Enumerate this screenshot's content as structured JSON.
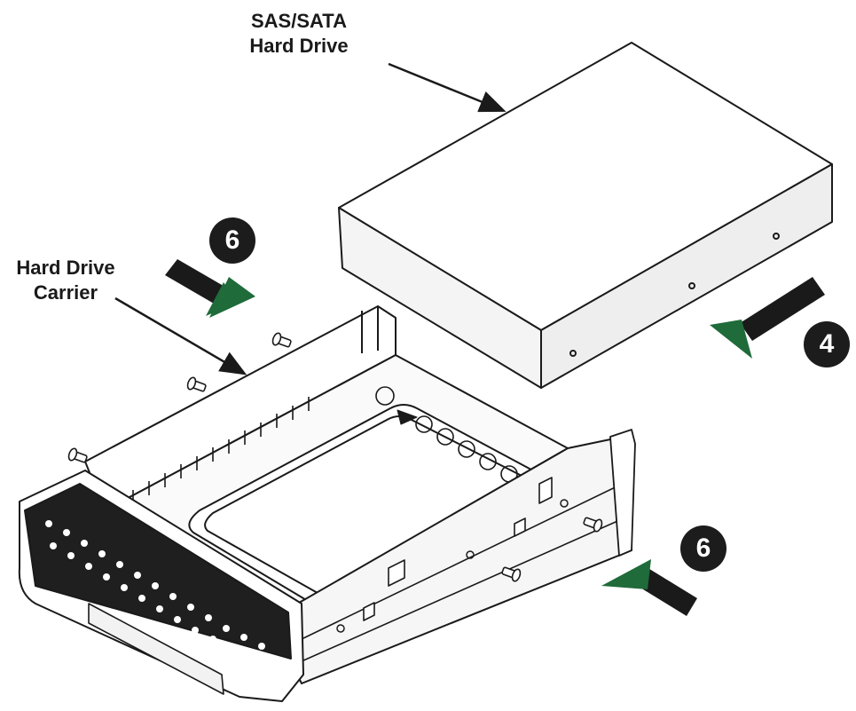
{
  "labels": {
    "hard_drive_line1": "SAS/SATA",
    "hard_drive_line2": "Hard Drive",
    "carrier_line1": "Hard Drive",
    "carrier_line2": "Carrier"
  },
  "steps": {
    "top_left": "6",
    "right": "4",
    "bottom_right": "6"
  },
  "colors": {
    "ink": "#1a1a1a",
    "arrow_head_green": "#1f6b3a",
    "step_badge": "#1c1c1c"
  },
  "icons": [
    "hard-drive-icon",
    "drive-carrier-icon",
    "screw-icon",
    "direction-arrow-icon",
    "pointer-arrow-icon"
  ]
}
